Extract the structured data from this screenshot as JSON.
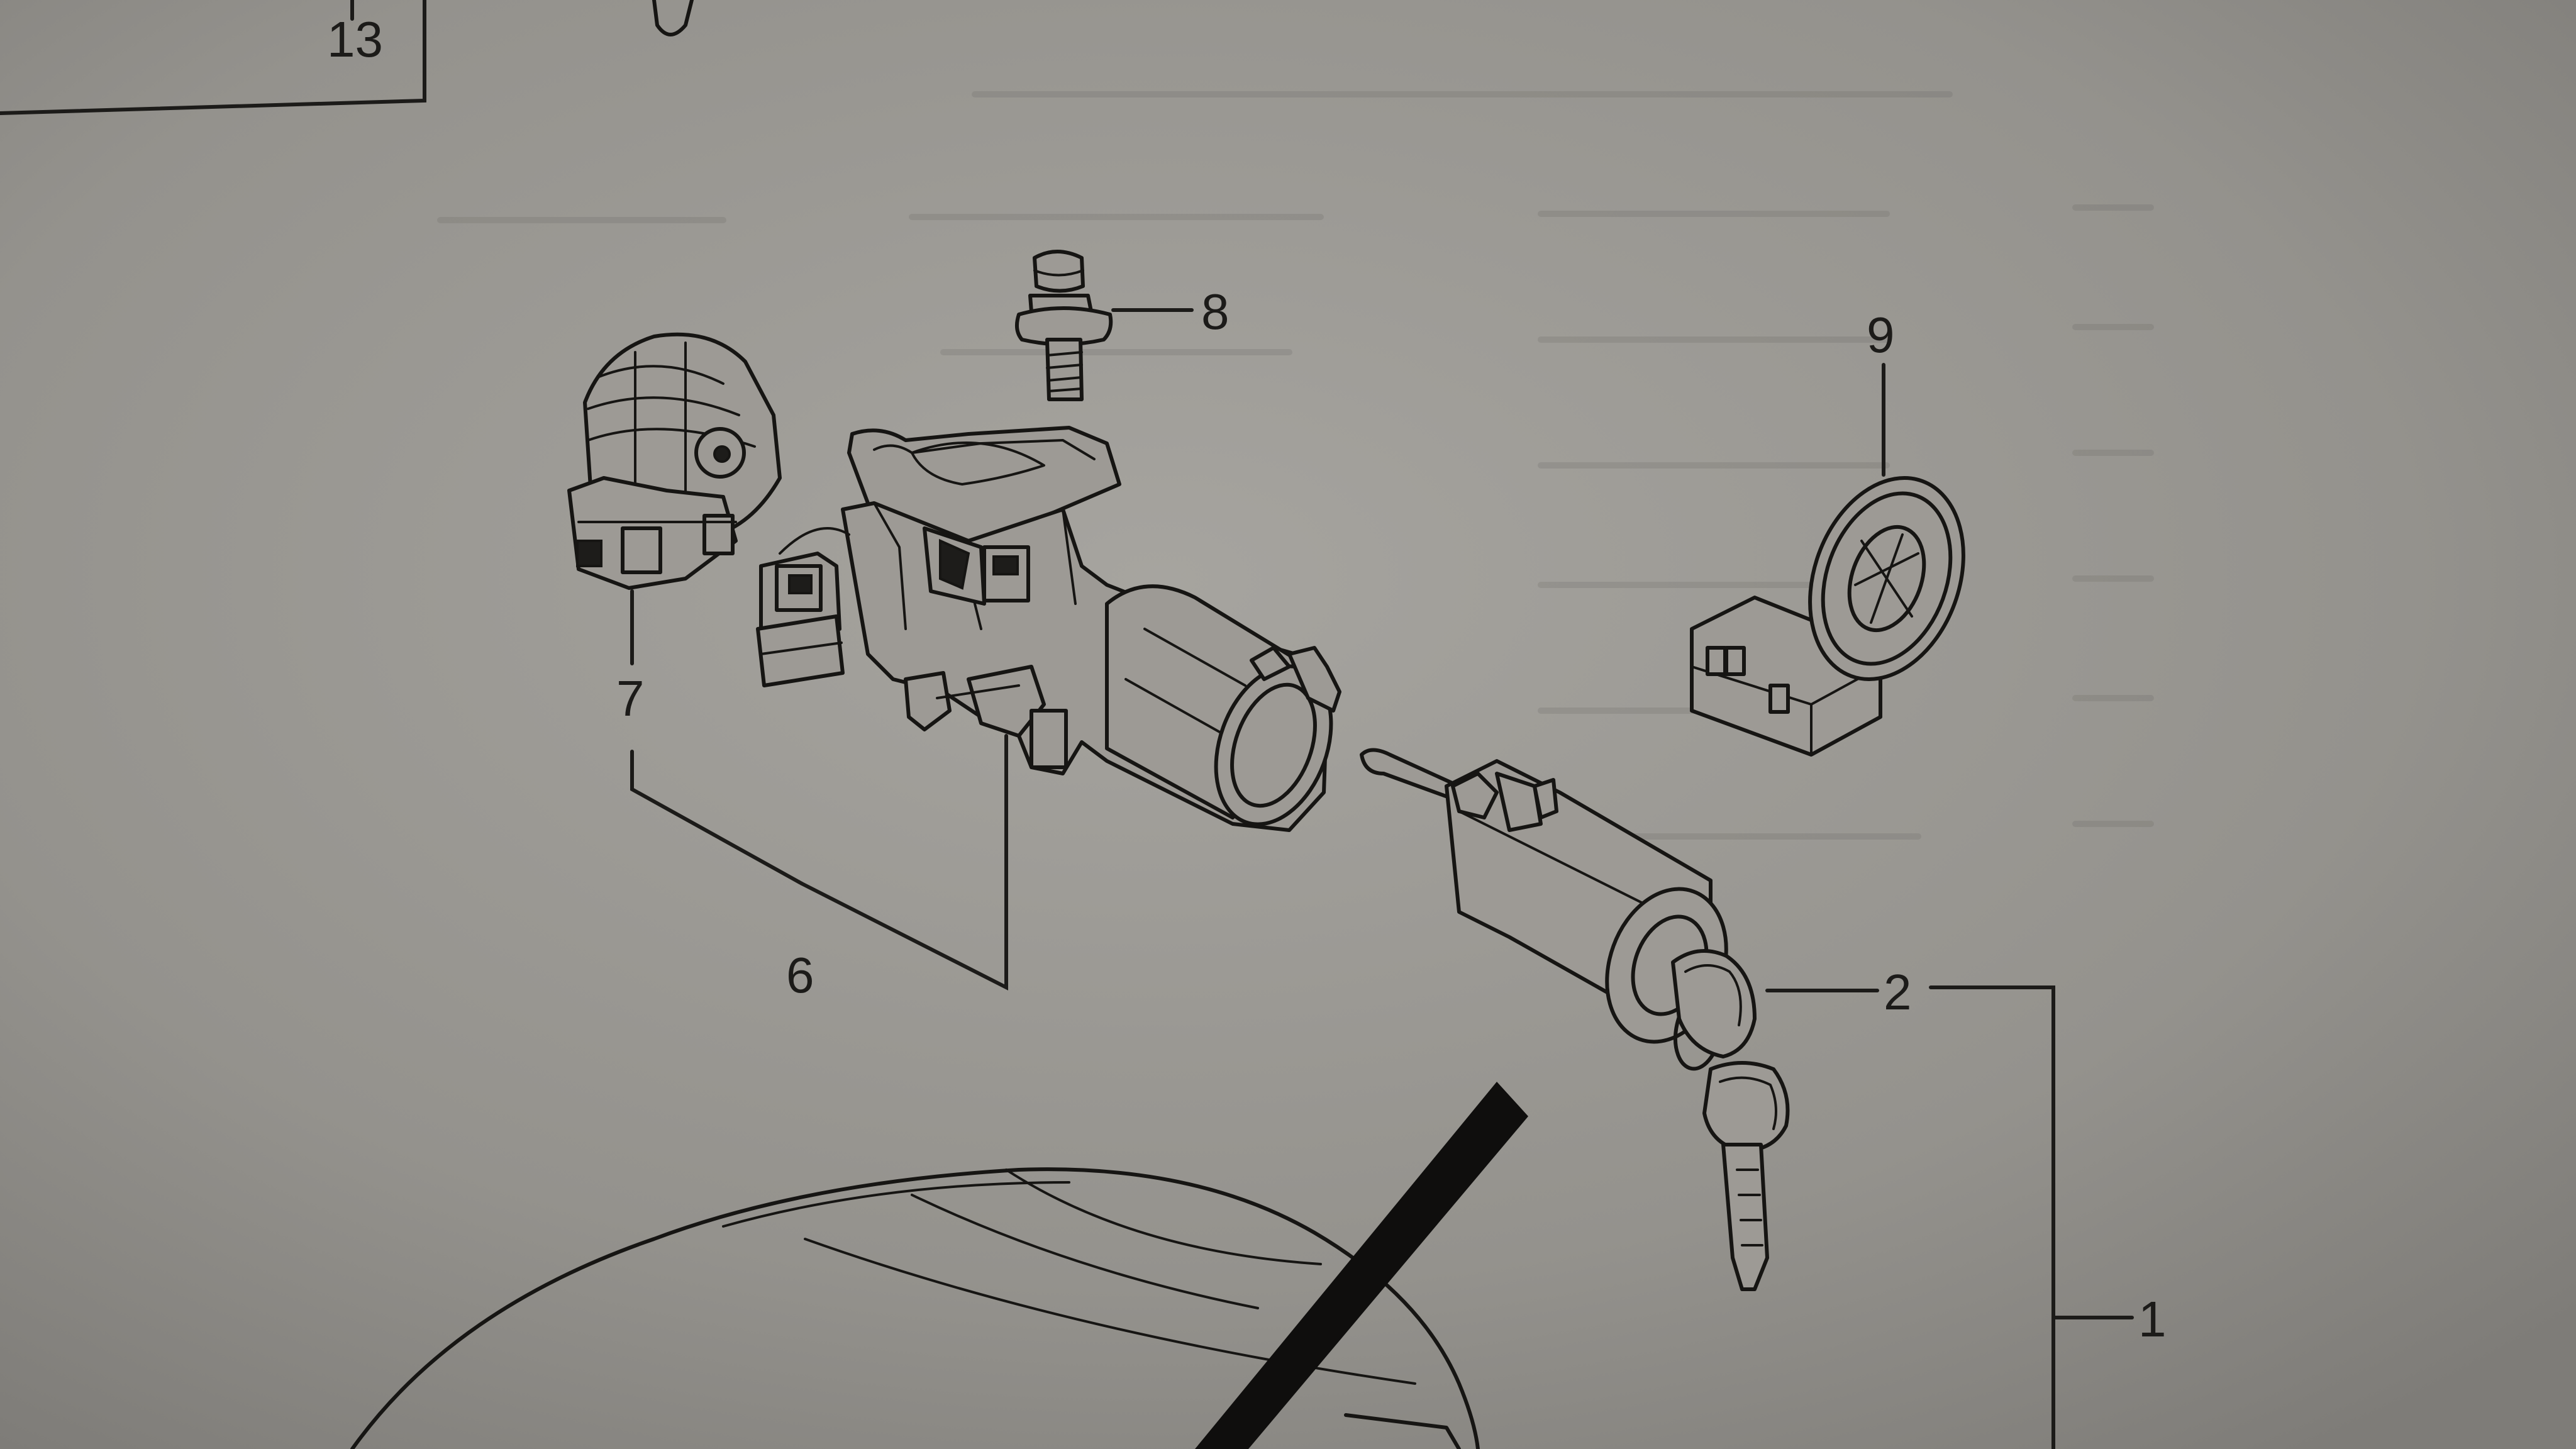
{
  "callouts": {
    "item_13": "13",
    "item_8": "8",
    "item_9": "9",
    "item_7": "7",
    "item_6": "6",
    "item_2": "2",
    "item_1": "1"
  },
  "colors": {
    "paper": "#8f8d89",
    "ink": "#161513"
  }
}
